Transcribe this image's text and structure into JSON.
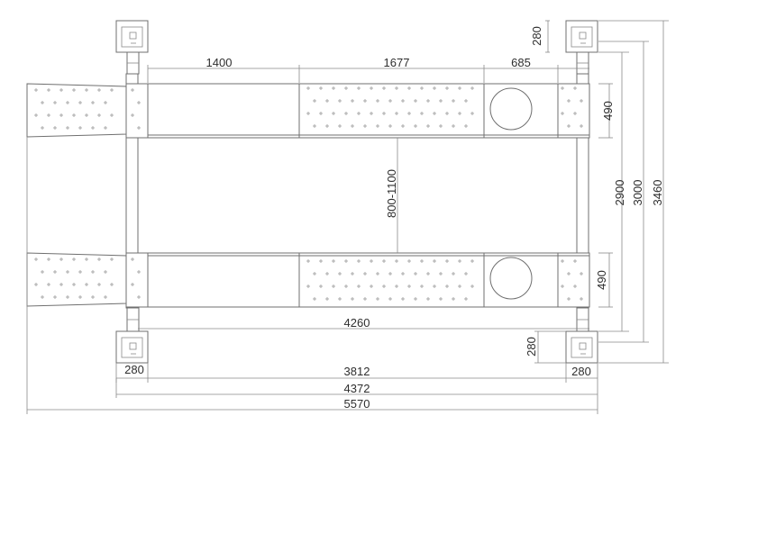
{
  "dimensions": {
    "ramp_front_length": "1400",
    "ramp_mid_length": "1677",
    "turntable_length": "685",
    "post_plate_top_right": "280",
    "track_width": "490",
    "track_width_lower": "490",
    "inner_post_span": "2900",
    "outer_track_span": "3000",
    "overall_width": "3460",
    "track_gap": "800-1100",
    "platform_length": "4260",
    "post_plate_bottom_right": "280",
    "post_plate_bottom_left_width": "280",
    "post_plate_bottom_right_width": "280",
    "post_center_span": "3812",
    "post_outer_span": "4372",
    "overall_length": "5570"
  },
  "colors": {
    "line": "#6f6f6f",
    "text": "#2e2e2e"
  }
}
